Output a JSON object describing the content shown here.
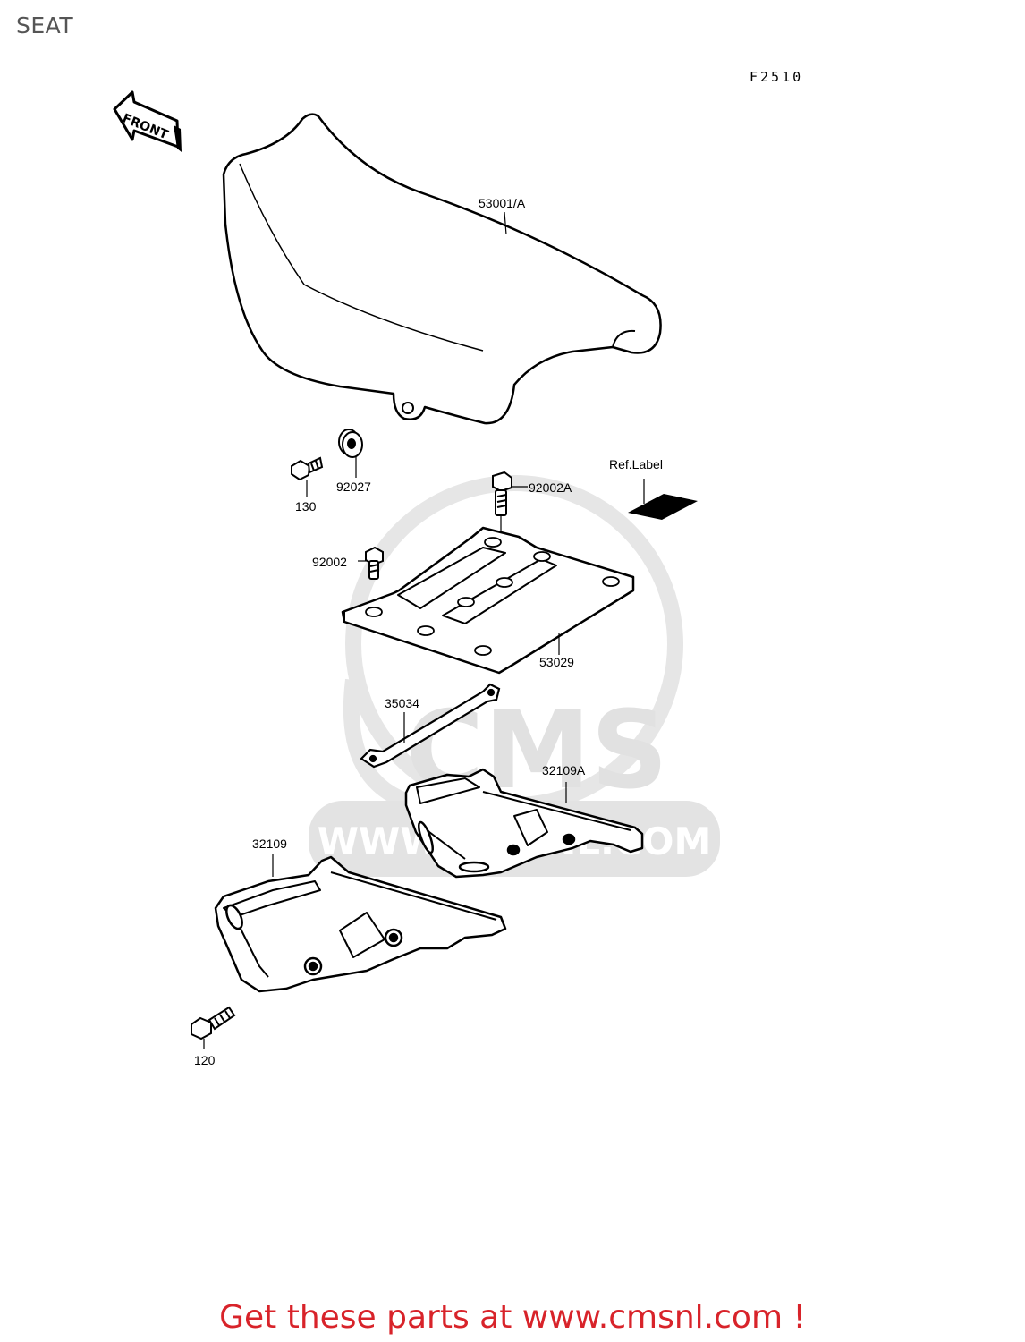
{
  "page_title": "SEAT",
  "figure_code": "F2510",
  "front_arrow_text": "FRONT",
  "watermark": {
    "text": "CMS",
    "url_text": "WWW.CMSNL.COM"
  },
  "parts": [
    {
      "id": "seat",
      "label": "53001/A"
    },
    {
      "id": "ref-label",
      "label": "Ref.Label"
    },
    {
      "id": "bolt-92002A",
      "label": "92002A"
    },
    {
      "id": "collar-92027",
      "label": "92027"
    },
    {
      "id": "bolt-130",
      "label": "130"
    },
    {
      "id": "bolt-92002",
      "label": "92002"
    },
    {
      "id": "plate-53029",
      "label": "53029"
    },
    {
      "id": "strap-35034",
      "label": "35034"
    },
    {
      "id": "bracket-32109A",
      "label": "32109A"
    },
    {
      "id": "bracket-32109",
      "label": "32109"
    },
    {
      "id": "bolt-120",
      "label": "120"
    }
  ],
  "promo": {
    "text": "Get these parts at www.cmsnl.com !"
  },
  "colors": {
    "promo": "#d8232a",
    "watermark": "#e3e3e3",
    "line": "#000000"
  }
}
